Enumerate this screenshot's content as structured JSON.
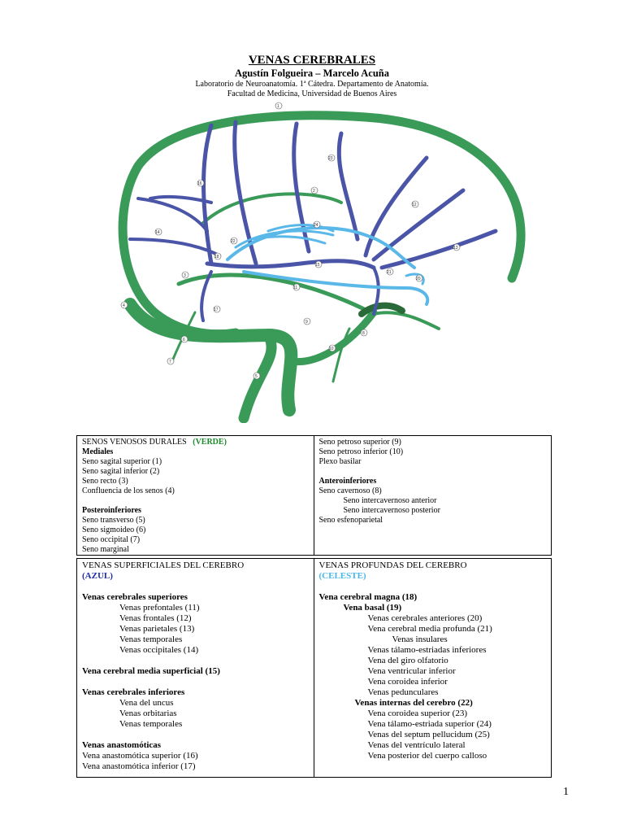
{
  "header": {
    "title": "VENAS CEREBRALES",
    "authors": "Agustín Folgueira – Marcelo Acuña",
    "affiliation_1": "Laboratorio de Neuroanatomía. 1ª Cátedra. Departamento de Anatomía.",
    "affiliation_2": "Facultad de Medicina, Universidad de Buenos Aires"
  },
  "figure": {
    "labels": [
      "1",
      "2",
      "3",
      "4",
      "5",
      "6",
      "7",
      "8",
      "9",
      "10",
      "11",
      "12",
      "13",
      "14",
      "15",
      "16",
      "17",
      "18",
      "20",
      "21",
      "22",
      "23",
      "24"
    ],
    "colors": {
      "sinus": "#3a9a58",
      "superficial": "#4a55a8",
      "deep": "#5ab8e8"
    }
  },
  "table1": {
    "left": {
      "heading": "SENOS VENOSOS DURALES",
      "heading_color": "(VERDE)",
      "lines": [
        "Mediales",
        "Seno sagital superior (1)",
        "Seno sagital inferior (2)",
        "Seno recto (3)",
        "Confluencia de los senos (4)",
        "",
        "Posteroinferiores",
        "Seno transverso (5)",
        "Seno sigmoideo (6)",
        "Seno occipital (7)",
        "Seno marginal"
      ]
    },
    "right": {
      "lines": [
        "Seno petroso superior (9)",
        "Seno petroso inferior (10)",
        "Plexo basilar",
        "",
        "Anteroinferiores",
        "Seno cavernoso (8)",
        "Seno intercavernoso anterior",
        "Seno intercavernoso posterior",
        "Seno esfenoparietal"
      ]
    }
  },
  "table2": {
    "left": {
      "heading": "VENAS SUPERFICIALES DEL CEREBRO",
      "heading_color": "(AZUL)",
      "lines": [
        "Venas cerebrales superiores",
        "Venas prefontales (11)",
        "Venas frontales (12)",
        "Venas parietales (13)",
        "Venas temporales",
        "Venas occipitales (14)",
        "",
        "Vena cerebral media superficial (15)",
        "",
        "Venas cerebrales inferiores",
        "Vena del uncus",
        "Venas orbitarias",
        "Venas temporales",
        "",
        "Venas anastomóticas",
        "Vena anastomótica superior (16)",
        "Vena anastomótica inferior (17)"
      ]
    },
    "right": {
      "heading": "VENAS PROFUNDAS DEL CEREBRO",
      "heading_color": "(CELESTE)",
      "lines": [
        "Vena cerebral magna (18)",
        "Vena basal (19)",
        "Venas cerebrales anteriores (20)",
        "Vena cerebral media profunda (21)",
        "Venas insulares",
        "Venas tálamo-estriadas inferiores",
        "Vena del giro olfatorio",
        "Vena ventricular inferior",
        "Vena coroidea inferior",
        "Venas pedunculares",
        "Venas internas del cerebro (22)",
        "Vena coroidea superior (23)",
        "Vena tálamo-estriada superior (24)",
        "Venas del septum pellucidum (25)",
        "Venas del ventrículo lateral",
        "Vena posterior del cuerpo calloso"
      ]
    }
  },
  "page_number": "1"
}
